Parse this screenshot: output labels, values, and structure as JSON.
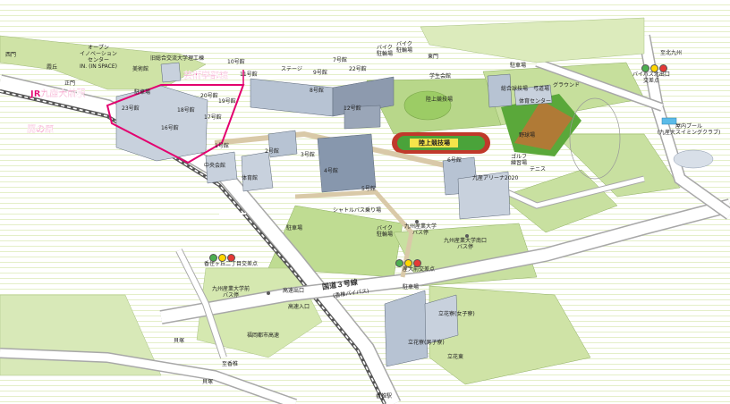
{
  "labels": {
    "jr_station": "JR九産大前駅",
    "fine_arts_area": "芸術学部棟",
    "higashi_hara": "鹿の原",
    "route3": "国道３号線",
    "route3_sub": "(香椎バイパス)",
    "kasumigaoka": "霞丘",
    "main_gate": "正門",
    "west_gate": "西門",
    "ipsc": "オープン\nイノベーション\nセンター\nIN. (IN SPACE)",
    "fine_arts_bldg": "美術館",
    "alumni_bldg": "旧総合交流大学理工棟",
    "bldg_10": "10号館",
    "bldg_11": "11号館",
    "stage": "ステージ",
    "bldg_9": "9号館",
    "bldg_7": "7号館",
    "bldg_22": "22号館",
    "bldg_8": "8号館",
    "bldg_12": "12号館",
    "bldg_23": "23号館",
    "bldg_20": "20号館",
    "bldg_19": "19号館",
    "bldg_18": "18号館",
    "bldg_17": "17号館",
    "bldg_16": "16号館",
    "bldg_3": "3号館",
    "bldg_2": "2号館",
    "bldg_1": "1号館",
    "bldg_4": "4号館",
    "bldg_5": "5号館",
    "bldg_6": "6号館",
    "central_bldg": "中央会館",
    "gym": "体育館",
    "parking_a": "駐車場",
    "parking_b": "駐車場",
    "parking_c": "駐車場",
    "parking_d": "駐車場",
    "student_hall": "学生会館",
    "track": "陸上競技場",
    "stadium_small": "陸上競技場",
    "baseball": "野球場",
    "tennis": "テニス",
    "golf": "ゴルフ\n練習場",
    "arena": "九産アリーナ2020",
    "pool": "屋内プール\n(九産大スイミングクラブ)",
    "dormitory_f": "立花寮(女子寮)",
    "dormitory_m": "立花寮(男子寮)",
    "tachibana_east": "立花東",
    "bus_stop_main": "九州産業大学前\nバス停",
    "bus_stop_south": "九州産業大学南口\nバス停",
    "bus_stop_left": "九州産業大学\nバス停",
    "kashii_intersection": "香住ヶ丘二丁目交差点",
    "bypass_north": "バイパス北出口\n交差点",
    "daigaku_intersection": "産大前交差点",
    "high_entrance": "高速入口",
    "high_exit": "高速出口",
    "urban_highway": "福岡都市高速",
    "kashii_station": "香椎駅",
    "kaizuka": "貝塚",
    "kaizuka2": "貝塚",
    "ground": "総合球技場",
    "sports": "体育センター",
    "kyudo": "弓道場",
    "fields": "グラウンド",
    "shuttle": "シャトルバス乗り場",
    "bike_a": "バイク\n駐輪場",
    "bike_b": "バイク\n駐輪場",
    "bike_c": "バイク\n駐輪場",
    "gate_right": "東門",
    "route_top": "至北九州",
    "route_bottom": "至香椎"
  },
  "colors": {
    "road": "#ffffff",
    "road_edge": "#a8a8a8",
    "grass": "#b8d78a",
    "area_outline": "#e3006f",
    "track": "#c0392b",
    "field": "#4aa33a",
    "baseball_dirt": "#b07a36"
  }
}
